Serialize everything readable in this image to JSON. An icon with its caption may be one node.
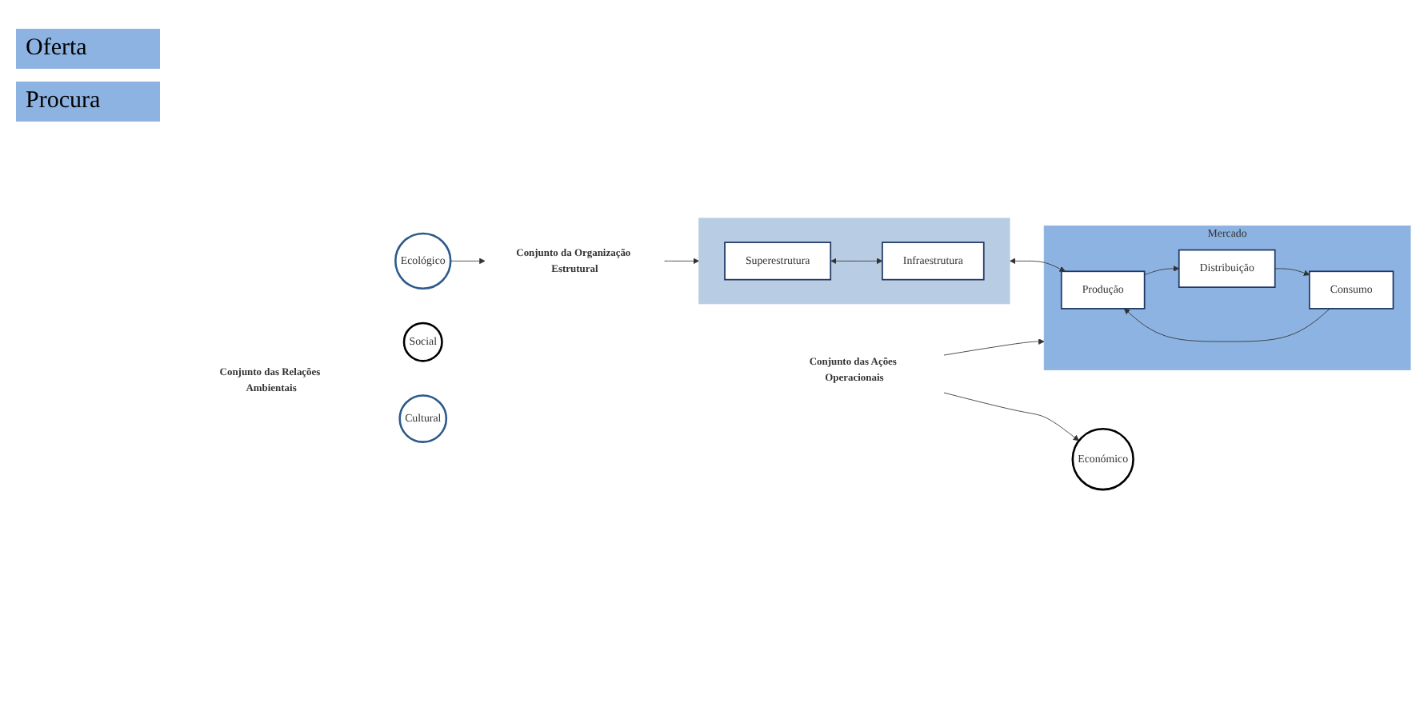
{
  "diagram": {
    "nodes": [
      {
        "text": [
          "Conjunto das Relações Ambientais"
        ]
      },
      {
        "text": [
          "Ecológico"
        ]
      },
      {
        "text": [
          "Social"
        ]
      },
      {
        "text": [
          "Económico"
        ]
      },
      {
        "text": [
          "Cultural"
        ]
      },
      {
        "text": [
          "Conjunto da Organização Estrutural"
        ]
      },
      {
        "text": [],
        "shape": "box"
      },
      {
        "text": [
          "Superestrutura"
        ],
        "in": 6
      },
      {
        "text": [
          "Infraestrutura"
        ],
        "in": 6
      },
      {
        "text": [
          "Conjunto das Ações Operacionais"
        ]
      },
      {
        "text": [
          "Mercado"
        ]
      },
      {
        "text": [
          "Produção"
        ],
        "in": 10
      },
      {
        "text": [
          "Consumo"
        ],
        "in": 10
      },
      {
        "text": [
          "Distribuição"
        ],
        "in": 10
      }
    ],
    "edges": [
      {
        "from": 1,
        "to": 5,
        "arrow": "to"
      },
      {
        "from": 5,
        "to": 6,
        "arrow": "to"
      },
      {
        "from": 7,
        "to": 8,
        "arrow": "both"
      },
      {
        "from": 6,
        "to": 11,
        "arrow": "both"
      },
      {
        "from": 9,
        "to": 3,
        "arrow": "to"
      },
      {
        "from": 9,
        "to": 10,
        "arrow": "to"
      },
      {
        "from": 12,
        "to": 11,
        "arrow": "to"
      },
      {
        "from": 11,
        "to": 13,
        "arrow": "to"
      },
      {
        "from": 13,
        "to": 12,
        "arrow": "to"
      }
    ],
    "labels": [
      "Oferta",
      "Procura"
    ]
  }
}
